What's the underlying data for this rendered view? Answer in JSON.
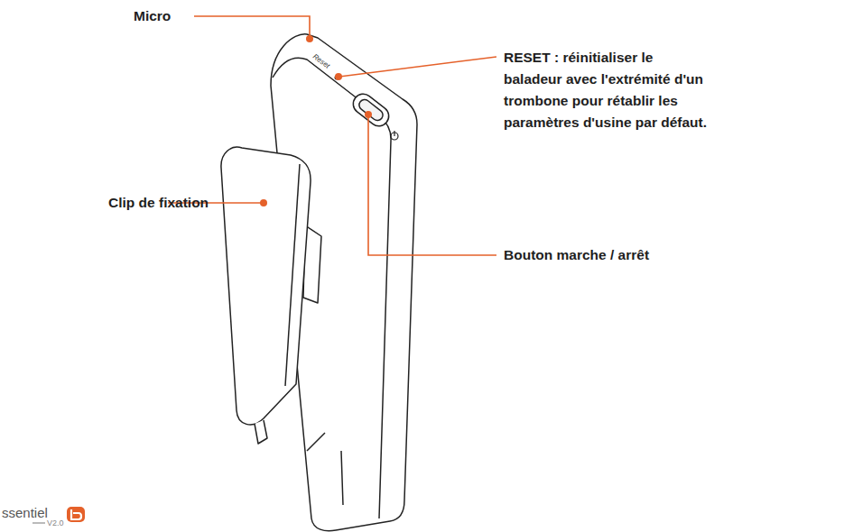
{
  "diagram": {
    "labels": [
      "Micro",
      "Reset",
      "RESET : réinitialiser le baladeur avec l'extrémité d'un trombone pour rétablir les paramètres d'usine par défaut.",
      "Clip de fixation",
      "Bouton marche / arrêt",
      "ssentiel",
      "V2.0"
    ]
  }
}
